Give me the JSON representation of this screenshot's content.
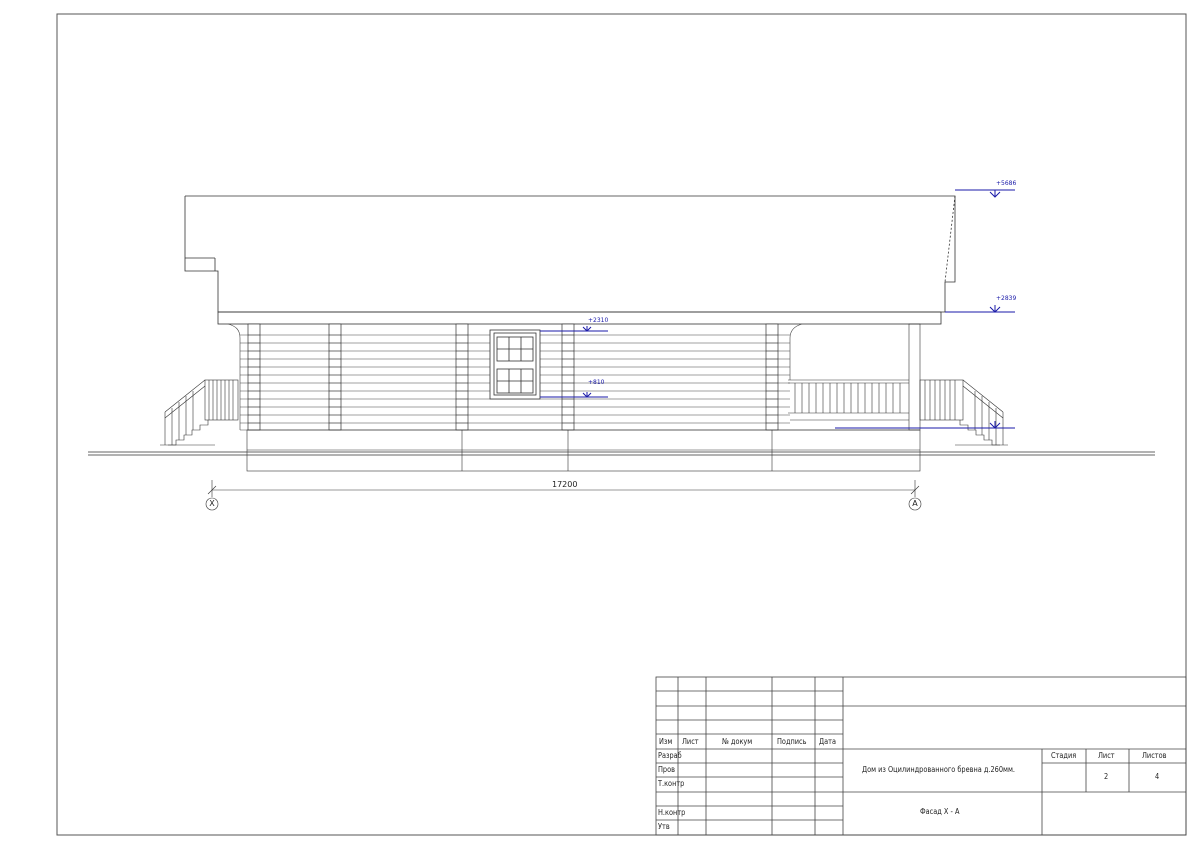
{
  "elevations": {
    "top": "+5686",
    "eaves": "+2839",
    "window_top": "+2310",
    "window_bottom": "+810"
  },
  "dimension": {
    "overall": "17200"
  },
  "axes": {
    "left": "X",
    "right": "A"
  },
  "title_block": {
    "headers": {
      "izm": "Изм",
      "list": "Лист",
      "doc": "№ докум",
      "sign": "Подпись",
      "date": "Дата"
    },
    "rows": {
      "razrab": "Разраб",
      "prov": "Пров",
      "tkontr": "Т.контр",
      "nkontr": "Н.контр",
      "utv": "Утв"
    },
    "project": "Дом из Оцилиндрованного бревна д.260мм.",
    "sheet_title": "Фасад Х - А",
    "stage_label": "Стадия",
    "sheet_label": "Лист",
    "sheets_label": "Листов",
    "sheet_no": "2",
    "sheets_total": "4"
  }
}
